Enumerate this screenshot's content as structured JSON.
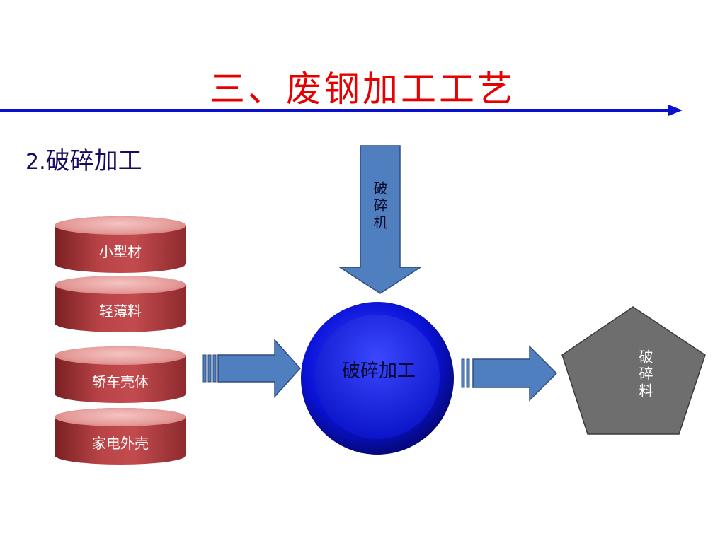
{
  "title": "三、废钢加工工艺",
  "subtitle": {
    "number": "2.",
    "text": "破碎加工"
  },
  "materials": [
    {
      "label": "小型材"
    },
    {
      "label": "轻薄料"
    },
    {
      "label": "轿车壳体"
    },
    {
      "label": "家电外壳"
    }
  ],
  "machine": {
    "label": "破碎机"
  },
  "process": {
    "label": "破碎加工"
  },
  "output": {
    "label": "破碎料"
  },
  "colors": {
    "title": "#e60000",
    "rule": "#0a10d0",
    "cylinder": "#b94447",
    "arrow": "#4f7fbf",
    "process_circle": "#0a10d0",
    "output_pentagon": "#6e6e6e"
  }
}
